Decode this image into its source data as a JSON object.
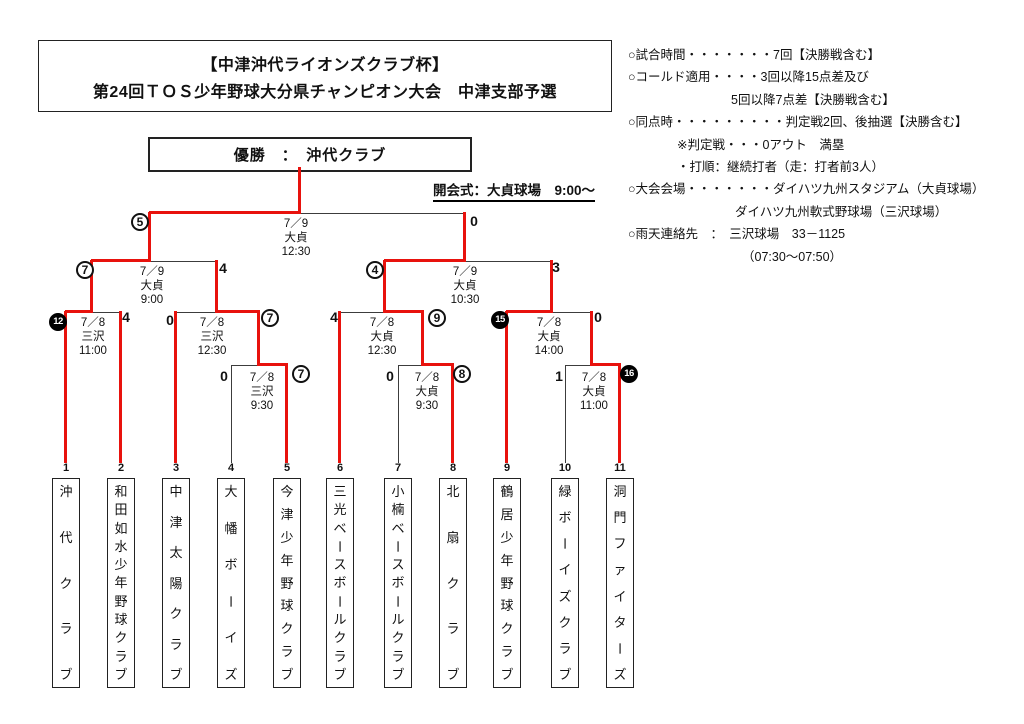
{
  "title": {
    "line1": "【中津沖代ライオンズクラブ杯】",
    "line2": "第24回ＴＯＳ少年野球大分県チャンピオン大会　中津支部予選"
  },
  "champion": {
    "label": "優勝",
    "name": "沖代クラブ",
    "text": "優勝　：　沖代クラブ"
  },
  "ceremony": {
    "text": "開会式：大貞球場　9:00～"
  },
  "rules": {
    "lines": [
      "○試合時間・・・・・・・7回【決勝戦含む】",
      "○コールド適用・・・・3回以降15点差及び",
      "5回以降7点差【決勝戦含む】",
      "○同点時・・・・・・・・・判定戦2回、後抽選【決勝含む】",
      "※判定戦・・・0アウト　満塁",
      "・打順：継続打者（走：打者前3人）",
      "○大会会場・・・・・・・ダイハツ九州スタジアム（大貞球場）",
      "ダイハツ九州軟式野球場（三沢球場）",
      "○雨天連絡先　：　三沢球場　33－1125",
      "（07:30～07:50）"
    ]
  },
  "bracket": {
    "teams": [
      {
        "no": "1",
        "name": "沖代クラブ"
      },
      {
        "no": "2",
        "name": "和田如水少年野球クラブ"
      },
      {
        "no": "3",
        "name": "中津太陽クラブ"
      },
      {
        "no": "4",
        "name": "大幡ボーイズ"
      },
      {
        "no": "5",
        "name": "今津少年野球クラブ"
      },
      {
        "no": "6",
        "name": "三光ベースボールクラブ"
      },
      {
        "no": "7",
        "name": "小楠ベースボールクラブ"
      },
      {
        "no": "8",
        "name": "北扇クラブ"
      },
      {
        "no": "9",
        "name": "鶴居少年野球クラブ"
      },
      {
        "no": "10",
        "name": "緑ボーイズクラブ"
      },
      {
        "no": "11",
        "name": "洞門ファイターズ"
      }
    ],
    "games": [
      {
        "round": "final",
        "date": "7／9",
        "venue": "大貞",
        "time": "12:30",
        "score_left": "5",
        "score_right": "0"
      },
      {
        "round": "semifinal-1",
        "date": "7／9",
        "venue": "大貞",
        "time": "9:00",
        "score_left": "7",
        "score_right": "4"
      },
      {
        "round": "semifinal-2",
        "date": "7／9",
        "venue": "大貞",
        "time": "10:30",
        "score_left": "4",
        "score_right": "3"
      },
      {
        "round": "quarterfinal-1",
        "date": "7／8",
        "venue": "三沢",
        "time": "11:00",
        "score_left": "12",
        "score_right": "4"
      },
      {
        "round": "quarterfinal-2",
        "date": "7／8",
        "venue": "三沢",
        "time": "12:30",
        "score_left": "0",
        "score_right": "7"
      },
      {
        "round": "quarterfinal-3",
        "date": "7／8",
        "venue": "大貞",
        "time": "12:30",
        "score_left": "4",
        "score_right": "9"
      },
      {
        "round": "quarterfinal-4",
        "date": "7／8",
        "venue": "大貞",
        "time": "14:00",
        "score_left": "15",
        "score_right": "0"
      },
      {
        "round": "playin-1",
        "date": "7／8",
        "venue": "三沢",
        "time": "9:30",
        "score_left": "0",
        "score_right": "7"
      },
      {
        "round": "playin-2",
        "date": "7／8",
        "venue": "大貞",
        "time": "9:30",
        "score_left": "0",
        "score_right": "8"
      },
      {
        "round": "playin-3",
        "date": "7／8",
        "venue": "大貞",
        "time": "11:00",
        "score_left": "1",
        "score_right": "16"
      }
    ]
  }
}
